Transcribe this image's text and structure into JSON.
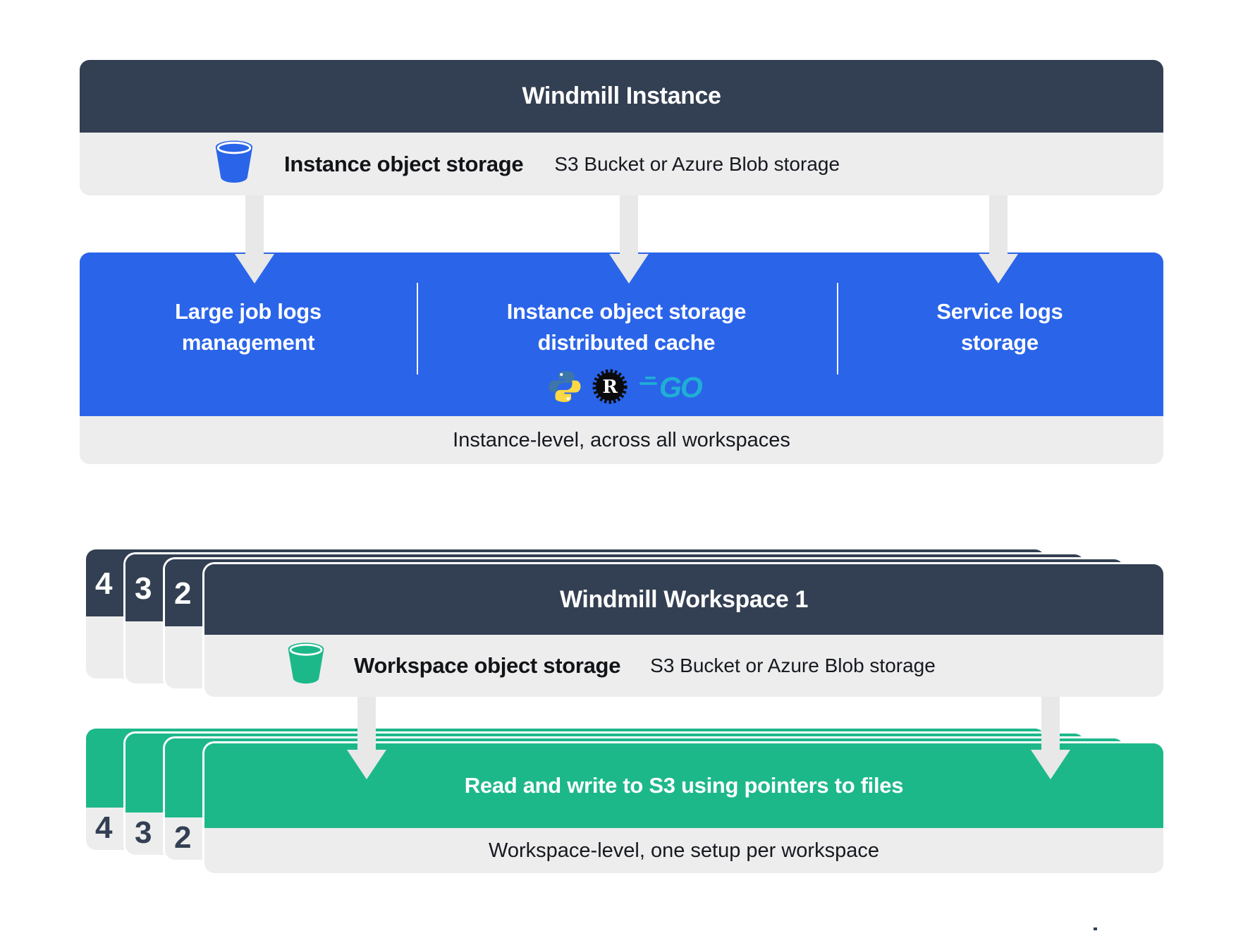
{
  "colors": {
    "navy": "#333F52",
    "blue": "#2A64E9",
    "green": "#1DB88A",
    "row_gray": "#EDEDED",
    "arrow_gray": "#E8E8E8",
    "python_blue": "#3D76A8",
    "python_yellow": "#FFD845",
    "rust_black": "#0B0B0B",
    "go_teal": "#1FAFD4"
  },
  "instance_card": {
    "title": "Windmill Instance",
    "storage": {
      "icon": "bucket-icon",
      "label": "Instance object storage",
      "detail": "S3 Bucket or Azure Blob storage"
    },
    "features": [
      {
        "line1": "Large job logs",
        "line2": "management"
      },
      {
        "line1": "Instance object storage",
        "line2": "distributed cache",
        "icons": [
          "python-icon",
          "rust-icon",
          "go-icon"
        ]
      },
      {
        "line1": "Service logs",
        "line2": "storage"
      }
    ],
    "footer": "Instance-level, across all workspaces"
  },
  "workspace_card": {
    "stack": [
      "4",
      "3",
      "2"
    ],
    "title": "Windmill Workspace 1",
    "storage": {
      "icon": "bucket-icon",
      "label": "Workspace object storage",
      "detail": "S3 Bucket or Azure Blob storage"
    },
    "action": {
      "stack": [
        "4",
        "3",
        "2"
      ],
      "label": "Read and write to S3 using pointers to files"
    },
    "footer": "Workspace-level, one setup per workspace"
  }
}
